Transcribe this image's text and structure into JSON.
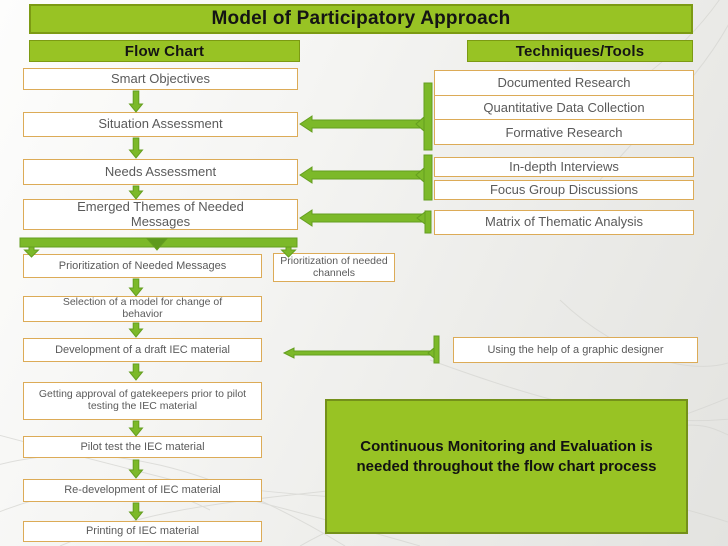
{
  "title": "Model of Participatory Approach",
  "headers": {
    "left": "Flow Chart",
    "right": "Techniques/Tools"
  },
  "flow": {
    "boxes": [
      "Smart Objectives",
      "Situation Assessment",
      "Needs Assessment",
      "Emerged Themes of Needed Messages",
      "Prioritization of Needed Messages",
      "Selection of a model for change of behavior",
      "Development of a draft IEC material",
      "Getting approval of gatekeepers prior to pilot testing the IEC  material",
      "Pilot test the IEC material",
      "Re-development of IEC material",
      "Printing of IEC material"
    ],
    "channels_box": "Prioritization of needed channels"
  },
  "techniques": {
    "group1": [
      "Documented Research",
      "Quantitative Data Collection",
      "Formative Research"
    ],
    "group2": [
      "In-depth Interviews",
      "Focus Group Discussions"
    ],
    "group3": [
      "Matrix of Thematic Analysis"
    ],
    "designer": "Using the help of  a graphic designer"
  },
  "note": "Continuous Monitoring and Evaluation is needed throughout the flow chart process",
  "colors": {
    "band_green": "#98c324",
    "arrow_green": "#7cb929",
    "box_border_tan": "#dcab57",
    "text_gray": "#5a5a5a"
  }
}
